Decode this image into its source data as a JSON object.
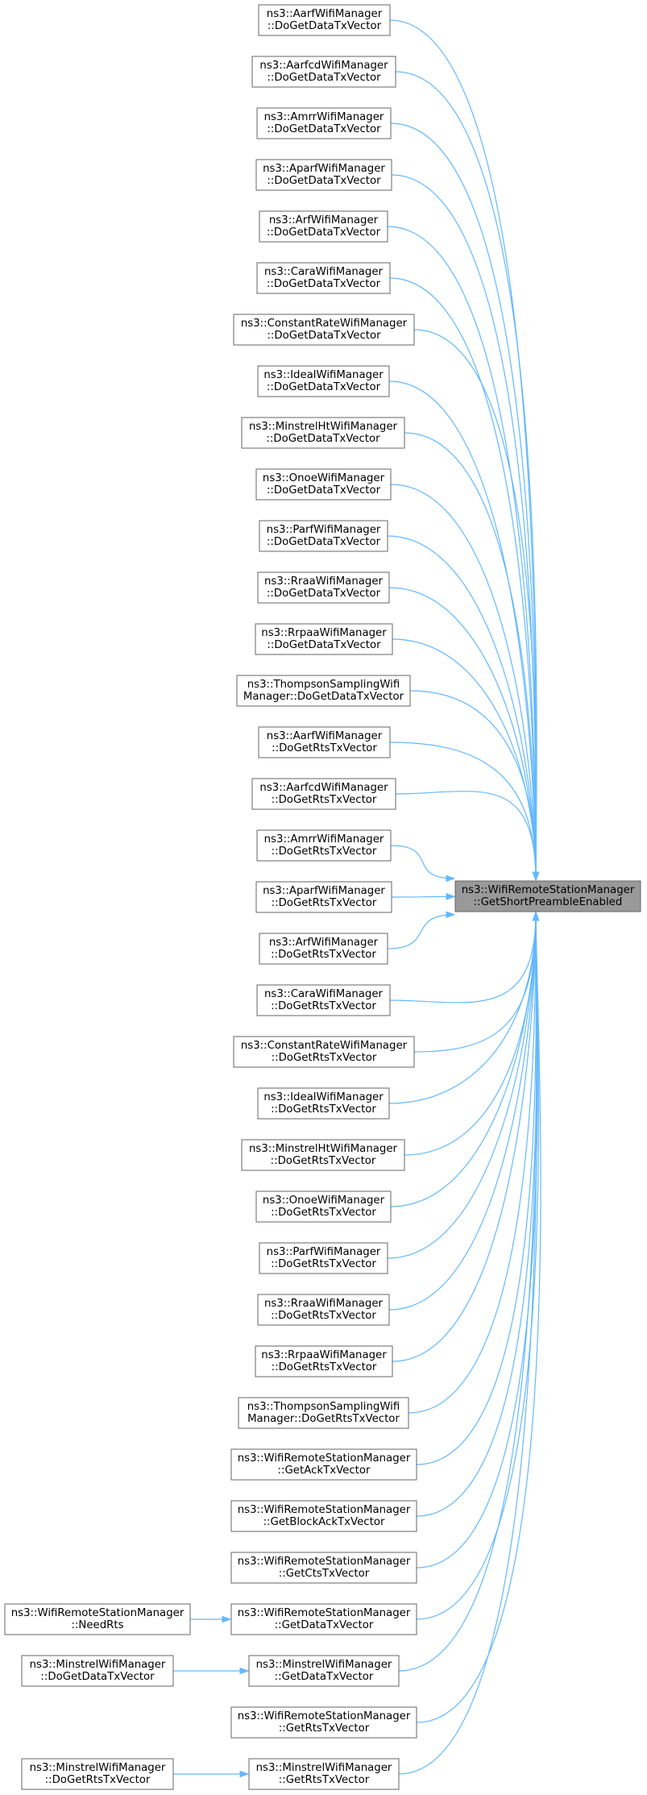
{
  "diagram": {
    "target": {
      "id": "target",
      "lines": [
        "ns3::WifiRemoteStationManager",
        "::GetShortPreambleEnabled"
      ]
    },
    "nodes": [
      {
        "id": "n0",
        "lines": [
          "ns3::AarfWifiManager",
          "::DoGetDataTxVector"
        ]
      },
      {
        "id": "n1",
        "lines": [
          "ns3::AarfcdWifiManager",
          "::DoGetDataTxVector"
        ]
      },
      {
        "id": "n2",
        "lines": [
          "ns3::AmrrWifiManager",
          "::DoGetDataTxVector"
        ]
      },
      {
        "id": "n3",
        "lines": [
          "ns3::AparfWifiManager",
          "::DoGetDataTxVector"
        ]
      },
      {
        "id": "n4",
        "lines": [
          "ns3::ArfWifiManager",
          "::DoGetDataTxVector"
        ]
      },
      {
        "id": "n5",
        "lines": [
          "ns3::CaraWifiManager",
          "::DoGetDataTxVector"
        ]
      },
      {
        "id": "n6",
        "lines": [
          "ns3::ConstantRateWifiManager",
          "::DoGetDataTxVector"
        ]
      },
      {
        "id": "n7",
        "lines": [
          "ns3::IdealWifiManager",
          "::DoGetDataTxVector"
        ]
      },
      {
        "id": "n8",
        "lines": [
          "ns3::MinstrelHtWifiManager",
          "::DoGetDataTxVector"
        ]
      },
      {
        "id": "n9",
        "lines": [
          "ns3::OnoeWifiManager",
          "::DoGetDataTxVector"
        ]
      },
      {
        "id": "n10",
        "lines": [
          "ns3::ParfWifiManager",
          "::DoGetDataTxVector"
        ]
      },
      {
        "id": "n11",
        "lines": [
          "ns3::RraaWifiManager",
          "::DoGetDataTxVector"
        ]
      },
      {
        "id": "n12",
        "lines": [
          "ns3::RrpaaWifiManager",
          "::DoGetDataTxVector"
        ]
      },
      {
        "id": "n13",
        "lines": [
          "ns3::ThompsonSamplingWifi",
          "Manager::DoGetDataTxVector"
        ]
      },
      {
        "id": "n14",
        "lines": [
          "ns3::AarfWifiManager",
          "::DoGetRtsTxVector"
        ]
      },
      {
        "id": "n15",
        "lines": [
          "ns3::AarfcdWifiManager",
          "::DoGetRtsTxVector"
        ]
      },
      {
        "id": "n16",
        "lines": [
          "ns3::AmrrWifiManager",
          "::DoGetRtsTxVector"
        ]
      },
      {
        "id": "n17",
        "lines": [
          "ns3::AparfWifiManager",
          "::DoGetRtsTxVector"
        ]
      },
      {
        "id": "n18",
        "lines": [
          "ns3::ArfWifiManager",
          "::DoGetRtsTxVector"
        ]
      },
      {
        "id": "n19",
        "lines": [
          "ns3::CaraWifiManager",
          "::DoGetRtsTxVector"
        ]
      },
      {
        "id": "n20",
        "lines": [
          "ns3::ConstantRateWifiManager",
          "::DoGetRtsTxVector"
        ]
      },
      {
        "id": "n21",
        "lines": [
          "ns3::IdealWifiManager",
          "::DoGetRtsTxVector"
        ]
      },
      {
        "id": "n22",
        "lines": [
          "ns3::MinstrelHtWifiManager",
          "::DoGetRtsTxVector"
        ]
      },
      {
        "id": "n23",
        "lines": [
          "ns3::OnoeWifiManager",
          "::DoGetRtsTxVector"
        ]
      },
      {
        "id": "n24",
        "lines": [
          "ns3::ParfWifiManager",
          "::DoGetRtsTxVector"
        ]
      },
      {
        "id": "n25",
        "lines": [
          "ns3::RraaWifiManager",
          "::DoGetRtsTxVector"
        ]
      },
      {
        "id": "n26",
        "lines": [
          "ns3::RrpaaWifiManager",
          "::DoGetRtsTxVector"
        ]
      },
      {
        "id": "n27",
        "lines": [
          "ns3::ThompsonSamplingWifi",
          "Manager::DoGetRtsTxVector"
        ]
      },
      {
        "id": "n28",
        "lines": [
          "ns3::WifiRemoteStationManager",
          "::GetAckTxVector"
        ]
      },
      {
        "id": "n29",
        "lines": [
          "ns3::WifiRemoteStationManager",
          "::GetBlockAckTxVector"
        ]
      },
      {
        "id": "n30",
        "lines": [
          "ns3::WifiRemoteStationManager",
          "::GetCtsTxVector"
        ]
      },
      {
        "id": "n31",
        "lines": [
          "ns3::WifiRemoteStationManager",
          "::GetDataTxVector"
        ]
      },
      {
        "id": "n32",
        "lines": [
          "ns3::MinstrelWifiManager",
          "::GetDataTxVector"
        ]
      },
      {
        "id": "n33",
        "lines": [
          "ns3::WifiRemoteStationManager",
          "::GetRtsTxVector"
        ]
      },
      {
        "id": "n34",
        "lines": [
          "ns3::MinstrelWifiManager",
          "::GetRtsTxVector"
        ]
      },
      {
        "id": "n35",
        "lines": [
          "ns3::WifiRemoteStationManager",
          "::NeedRts"
        ]
      },
      {
        "id": "n36",
        "lines": [
          "ns3::MinstrelWifiManager",
          "::DoGetDataTxVector"
        ]
      },
      {
        "id": "n37",
        "lines": [
          "ns3::MinstrelWifiManager",
          "::DoGetRtsTxVector"
        ]
      }
    ],
    "edges": [
      {
        "from": "n0",
        "to": "target"
      },
      {
        "from": "n1",
        "to": "target"
      },
      {
        "from": "n2",
        "to": "target"
      },
      {
        "from": "n3",
        "to": "target"
      },
      {
        "from": "n4",
        "to": "target"
      },
      {
        "from": "n5",
        "to": "target"
      },
      {
        "from": "n6",
        "to": "target"
      },
      {
        "from": "n7",
        "to": "target"
      },
      {
        "from": "n8",
        "to": "target"
      },
      {
        "from": "n9",
        "to": "target"
      },
      {
        "from": "n10",
        "to": "target"
      },
      {
        "from": "n11",
        "to": "target"
      },
      {
        "from": "n12",
        "to": "target"
      },
      {
        "from": "n13",
        "to": "target"
      },
      {
        "from": "n14",
        "to": "target"
      },
      {
        "from": "n15",
        "to": "target"
      },
      {
        "from": "n16",
        "to": "target"
      },
      {
        "from": "n17",
        "to": "target"
      },
      {
        "from": "n18",
        "to": "target"
      },
      {
        "from": "n19",
        "to": "target"
      },
      {
        "from": "n20",
        "to": "target"
      },
      {
        "from": "n21",
        "to": "target"
      },
      {
        "from": "n22",
        "to": "target"
      },
      {
        "from": "n23",
        "to": "target"
      },
      {
        "from": "n24",
        "to": "target"
      },
      {
        "from": "n25",
        "to": "target"
      },
      {
        "from": "n26",
        "to": "target"
      },
      {
        "from": "n27",
        "to": "target"
      },
      {
        "from": "n28",
        "to": "target"
      },
      {
        "from": "n29",
        "to": "target"
      },
      {
        "from": "n30",
        "to": "target"
      },
      {
        "from": "n31",
        "to": "target"
      },
      {
        "from": "n32",
        "to": "target"
      },
      {
        "from": "n33",
        "to": "target"
      },
      {
        "from": "n34",
        "to": "target"
      },
      {
        "from": "n35",
        "to": "n31"
      },
      {
        "from": "n36",
        "to": "n32"
      },
      {
        "from": "n37",
        "to": "n34"
      }
    ],
    "colors": {
      "edge": "#63b8ff",
      "node_border": "#666666",
      "target_fill": "#999999"
    }
  }
}
